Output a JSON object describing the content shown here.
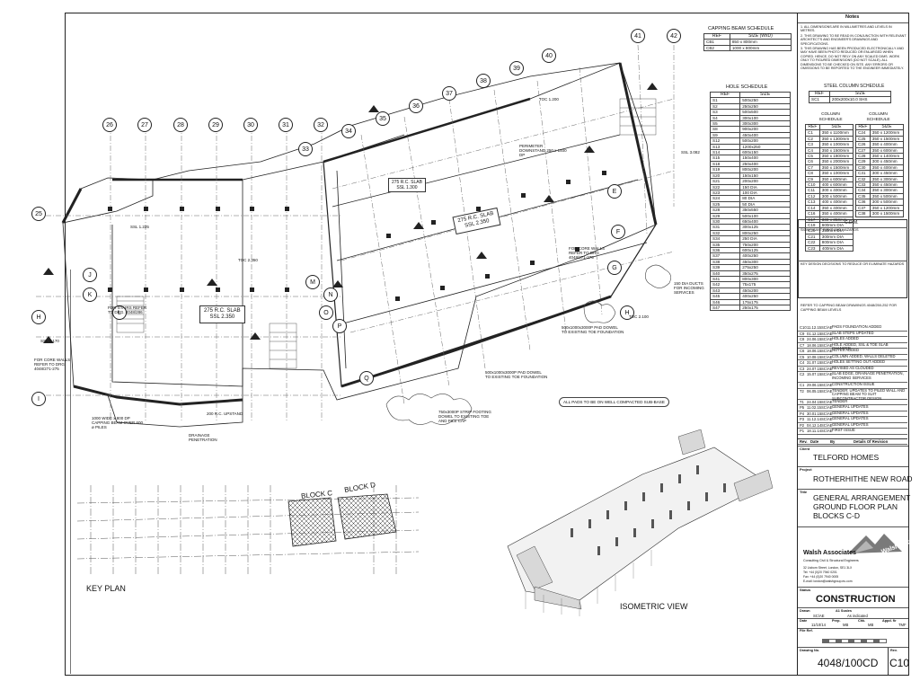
{
  "notes": {
    "title": "Notes",
    "items": [
      "1. ALL DIMENSIONS ARE IN MILLIMETRES AND LEVELS IN METRES.",
      "2. THIS DRAWING TO BE READ IN CONJUNCTION WITH RELEVANT ARCHITECT'S AND ENGINEER'S DRAWINGS AND SPECIFICATIONS.",
      "3. THIS DRAWING HAS BEEN PRODUCED ELECTRONICALLY AND MAY HAVE BEEN PHOTO REDUCED OR ENLARGED WHEN COPIED. HENCE, DO NOT RELY ON ANY SCALED DIMS. WORK ONLY TO FIGURED DIMENSIONS (DO NOT SCALE). ALL DIMENSIONS TO BE CHECKED ON SITE. ANY ERRORS OR OMISSIONS TO BE REPORTED TO THE ENGINEER IMMEDIATELY."
    ]
  },
  "capping_beam_schedule": {
    "title": "CAPPING BEAM SCHEDULE",
    "headers": [
      "REF",
      "SIZE (WxD)"
    ],
    "rows": [
      [
        "CB1",
        "850 x 800mm"
      ],
      [
        "CB2",
        "1000 x 800mm"
      ]
    ]
  },
  "hole_schedule": {
    "title": "HOLE SCHEDULE",
    "headers": [
      "REF",
      "SIZE"
    ],
    "rows": [
      [
        "S1",
        "500x250"
      ],
      [
        "S2",
        "250x250"
      ],
      [
        "S3",
        "500x500"
      ],
      [
        "S4",
        "300x100"
      ],
      [
        "S5",
        "300x300"
      ],
      [
        "S8",
        "900x200"
      ],
      [
        "S9",
        "450x400"
      ],
      [
        "S12",
        "500x200"
      ],
      [
        "S13",
        "1200x250"
      ],
      [
        "S14",
        "600x150"
      ],
      [
        "S15",
        "150x400"
      ],
      [
        "S18",
        "250x400"
      ],
      [
        "S19",
        "800x200"
      ],
      [
        "S20",
        "150x150"
      ],
      [
        "S21",
        "200x200"
      ],
      [
        "S22",
        "150 DIA"
      ],
      [
        "S23",
        "100 DIA"
      ],
      [
        "S24",
        "80 DIA"
      ],
      [
        "S25",
        "50 DIA"
      ],
      [
        "S28",
        "350x550"
      ],
      [
        "S29",
        "500x100"
      ],
      [
        "S30",
        "650x400"
      ],
      [
        "S31",
        "300x125"
      ],
      [
        "S32",
        "800x250"
      ],
      [
        "S34",
        "250 DIA"
      ],
      [
        "S35",
        "750x200"
      ],
      [
        "S36",
        "600x125"
      ],
      [
        "S37",
        "400x250"
      ],
      [
        "S38",
        "450x300"
      ],
      [
        "S39",
        "275x250"
      ],
      [
        "S40",
        "350x275"
      ],
      [
        "S41",
        "800x300"
      ],
      [
        "S42",
        "75x175"
      ],
      [
        "S43",
        "450x200"
      ],
      [
        "S45",
        "400x250"
      ],
      [
        "S46",
        "175x175"
      ],
      [
        "S47",
        "250x175"
      ]
    ]
  },
  "steel_column_schedule": {
    "title": "STEEL COLUMN SCHEDULE",
    "headers": [
      "REF",
      "SIZE"
    ],
    "rows": [
      [
        "SC1",
        "200x200x10.0 SHS"
      ]
    ]
  },
  "column_schedule_a": {
    "title": "COLUMN SCHEDULE",
    "headers": [
      "REF",
      "SIZE"
    ],
    "rows": [
      [
        "C1",
        "350 x 1100mm"
      ],
      [
        "C2",
        "350 x 1300mm"
      ],
      [
        "C3",
        "350 x 1000mm"
      ],
      [
        "C4",
        "350 x 1500mm"
      ],
      [
        "C5",
        "350 x 1800mm"
      ],
      [
        "C6",
        "350 x 2000mm"
      ],
      [
        "C7",
        "350 x 1500mm"
      ],
      [
        "C8",
        "350 x 1000mm"
      ],
      [
        "C9",
        "350 x 600mm"
      ],
      [
        "C10",
        "400 x 600mm"
      ],
      [
        "C11",
        "300 x 400mm"
      ],
      [
        "C12",
        "300 x 500mm"
      ],
      [
        "C13",
        "400 x 400mm"
      ],
      [
        "C14",
        "350 x 400mm"
      ],
      [
        "C16",
        "350 x 400mm"
      ],
      [
        "C17",
        "300 x 350mm"
      ],
      [
        "C19",
        "600mm DIA"
      ],
      [
        "C20",
        "350mm DIA"
      ],
      [
        "C21",
        "300mm DIA"
      ],
      [
        "C22",
        "800mm DIA"
      ],
      [
        "C23",
        "400mm DIA"
      ]
    ]
  },
  "column_schedule_b": {
    "title": "COLUMN SCHEDULE",
    "headers": [
      "REF",
      "SIZE"
    ],
    "rows": [
      [
        "C24",
        "350 x 1200mm"
      ],
      [
        "C25",
        "350 x 1500mm"
      ],
      [
        "C26",
        "350 x 400mm"
      ],
      [
        "C27",
        "350 x 600mm"
      ],
      [
        "C28",
        "350 x 1400mm"
      ],
      [
        "C29",
        "300 x 450mm"
      ],
      [
        "C30",
        "350 x 400mm"
      ],
      [
        "C31",
        "300 x 450mm"
      ],
      [
        "C32",
        "350 x 300mm"
      ],
      [
        "C33",
        "350 x 450mm"
      ],
      [
        "C34",
        "350 x 300mm"
      ],
      [
        "C35",
        "350 x 500mm"
      ],
      [
        "C36",
        "300 x 500mm"
      ],
      [
        "C37",
        "350 x 1200mm"
      ],
      [
        "C38",
        "300 x 1500mm"
      ]
    ]
  },
  "cdm": {
    "title": "C.D.M.",
    "line1": "SIGNIFICANT RISKS AND HAZARDS",
    "line2": "KEY DESIGN DECISIONS TO REDUCE OR ELIMINATE HAZARDS"
  },
  "note_capping": "REFER TO CAPPING BEAM DRAWINGS 4048/250-252 FOR CAPPING BEAM LEVELS",
  "revisions": {
    "headers": [
      "Rev.",
      "Date",
      "By",
      "Details Of Revision"
    ],
    "rows": [
      [
        "C10",
        "11.12.15",
        "SC/AE",
        "PADS FOUNDATION ADDED"
      ],
      [
        "C9",
        "01.12.15",
        "SC/AE",
        "SLAB STEPS UPDATED"
      ],
      [
        "C8",
        "24.06.15",
        "SC/AE",
        "HOLES ADDED"
      ],
      [
        "C7",
        "18.06.15",
        "SC/AE",
        "HOLE ADDED, SSL & TOE SLAB CHANGED"
      ],
      [
        "C6",
        "18.06.15",
        "SC/AE",
        "NOTES ADDED"
      ],
      [
        "C5",
        "10.08.15",
        "SC/AE",
        "COLUMN ADDED, WALLS DELETED"
      ],
      [
        "C4",
        "31.07.15",
        "SC/AE",
        "HOLES SETTING OUT ADDED"
      ],
      [
        "C3",
        "24.07.15",
        "SC/AE",
        "REVISED AS CLOUDED"
      ],
      [
        "C2",
        "15.07.15",
        "SC/AE",
        "SLAB EDGE, DRAINAGE PENETRATION, INCOMING SERVICES"
      ],
      [
        "C1",
        "29.06.15",
        "SC/AE",
        "CONSTRUCTION ISSUE"
      ],
      [
        "T2",
        "06.05.15",
        "SC/AE",
        "TENDER: UPDATES TO PILED WALL AND CAPPING BEAM TO SUIT SUBCONTRACTOR DESIGN"
      ],
      [
        "T1",
        "24.04.15",
        "SC/AE",
        "TENDER"
      ],
      [
        "P5",
        "11.02.15",
        "SC/AE",
        "GENERAL UPDATES"
      ],
      [
        "P4",
        "30.01.15",
        "SC/AE",
        "GENERAL UPDATES"
      ],
      [
        "P3",
        "11.12.14",
        "SC/AE",
        "GENERAL UPDATES"
      ],
      [
        "P2",
        "04.12.14",
        "SC/AE",
        "GENERAL UPDATES"
      ],
      [
        "P1",
        "18.11.14",
        "SC/AE",
        "FIRST ISSUE"
      ]
    ]
  },
  "client": {
    "label": "Client",
    "value": "TELFORD HOMES"
  },
  "project": {
    "label": "Project",
    "value": "ROTHERHITHE NEW ROAD"
  },
  "title_block": {
    "label": "Title",
    "lines": [
      "GENERAL ARRANGEMENT",
      "GROUND FLOOR PLAN",
      "BLOCKS C-D"
    ]
  },
  "company": {
    "name": "Walsh Associates",
    "sub": "Consulting Civil & Structural Engineers",
    "logo_text": "Walsh Group",
    "address1": "32 Lisborn Street, London, SE1 3LX",
    "address2": "Tel: +44 (0)20 7940 0201",
    "address3": "Fax: +44 (0)20 7940 0005",
    "address4": "E-mail: london@walshgroup.eu.com"
  },
  "status": {
    "label": "Status",
    "value": "CONSTRUCTION"
  },
  "meta": {
    "drawn_label": "Drawn",
    "drawn": "SC/AE",
    "a1scale_label": "A1 Scales",
    "a1scale": "As indicated",
    "date_label": "Date",
    "date": "11/10/14",
    "prep_label": "Prep.",
    "prep": "MB",
    "chk_label": "Chk.",
    "chk": "MB",
    "appd_label": "Appd. fir",
    "appd": "TMF",
    "file_label": "File Ref."
  },
  "drawing_no": {
    "label": "Drawing No.",
    "value": "4048/100CD"
  },
  "rev": {
    "label": "Rev.",
    "value": "C10"
  },
  "plan": {
    "gridlines_top": [
      "26",
      "27",
      "28",
      "29",
      "30",
      "31",
      "32",
      "33",
      "34",
      "35",
      "36",
      "37",
      "38",
      "39",
      "40",
      "41",
      "42"
    ],
    "gridlines_left": [
      "25",
      "J",
      "K",
      "L",
      "H",
      "I"
    ],
    "gridlines_right": [
      "E",
      "F",
      "G",
      "H"
    ],
    "gridlines_bottom": [
      "M",
      "N",
      "O",
      "P",
      "Q"
    ],
    "slab1_title": "275 R.C. SLAB",
    "slab1_ssl": "SSL 2.350",
    "slab2_title": "275 R.C. SLAB",
    "slab2_ssl": "SSL 2.350",
    "slab3_title": "275 R.C. SLAB",
    "slab3_ssl": "SSL 1.300",
    "notes": [
      "FOR CORE WALLS REFER TO DRG 4048/271-275",
      "FOR STAIRS REFER TO DRG. 4048/286",
      "PERIMETER DOWNSTAND 250 x 1400 DP",
      "150 DIA DUCTS FOR INCOMING SERVICES",
      "1000 WIDE x 800 DP CAPPING BEAM OVER 600 ø PILES",
      "DRAINAGE PENETRATION",
      "750x3000P STRIP FOOTING DOWEL TO EXISTING TOE AND PILE CAP",
      "500x1000x3000P PAD DOWEL TO EXISTING TOE FOUNDATION",
      "ALL PADS TO BE ON WELL COMPACTED SUB-BASE",
      "200 R.C. UPSTAND",
      "TOC 2.350",
      "TOC 2.100",
      "TOC 1.200",
      "SSL 2.170",
      "SSL 3.082",
      "SSL 1.225"
    ]
  },
  "key_plan": {
    "label": "KEY PLAN",
    "block_c": "BLOCK C",
    "block_d": "BLOCK D"
  },
  "iso_label": "ISOMETRIC VIEW"
}
